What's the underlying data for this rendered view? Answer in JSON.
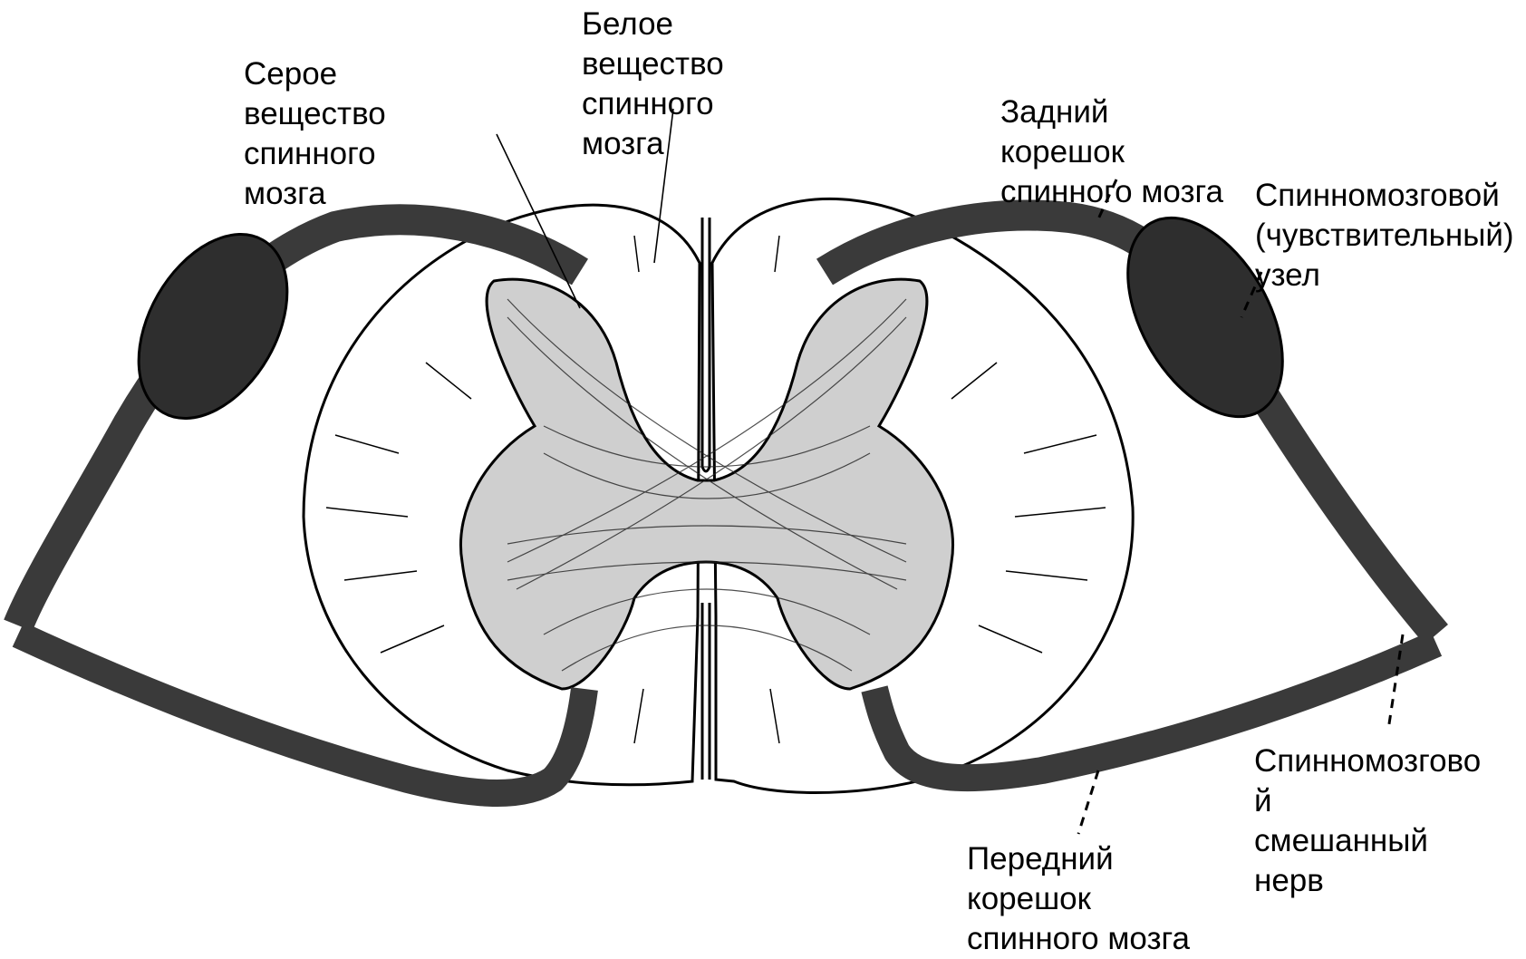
{
  "labels": {
    "gray_matter": "Серое\nвещество\nспинного\nмозга",
    "white_matter": "Белое\nвещество\nспинного\nмозга",
    "dorsal_root": "Задний\nкорешок\nспинного мозга",
    "spinal_ganglion": "Спинномозговой\n(чувствительный)\nузел",
    "spinal_nerve": "Спинномозгово\nй\nсмешанный\nнерв",
    "ventral_root": "Передний\nкорешок\nспинного мозга"
  },
  "colors": {
    "ink": "#000000",
    "paper": "#ffffff"
  }
}
